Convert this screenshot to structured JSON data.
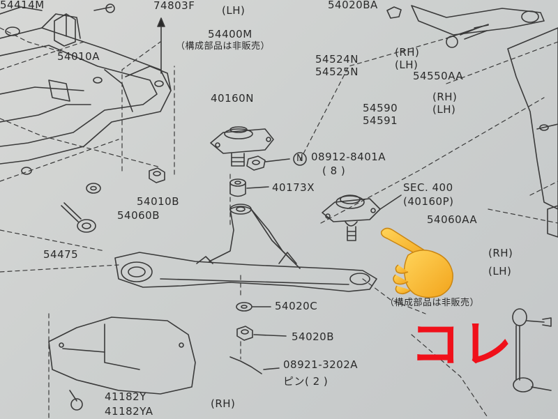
{
  "labels": {
    "p74803f": "74803F",
    "lh_top": "(LH)",
    "p54020ba": "54020BA",
    "p54414m": "54414M",
    "p54400m": "54400M",
    "note_top": "（構成部品は非販売）",
    "p54010a": "54010A",
    "p54524n": "54524N",
    "p54525n": "54525N",
    "rh1": "(RH)",
    "lh1": "(LH)",
    "p54550aa": "54550AA",
    "p54590": "54590",
    "p54591": "54591",
    "rh2": "(RH)",
    "lh2": "(LH)",
    "p40160n": "40160N",
    "n_mark": "N",
    "p08912": "08912-8401A",
    "qty8": "( 8 )",
    "p40173x": "40173X",
    "p54010b": "54010B",
    "p54060b": "54060B",
    "sec400": "SEC. 400",
    "p40160p": "(40160P)",
    "p54060aa": "54060AA",
    "p54475": "54475",
    "rh3": "(RH)",
    "lh3": "(LH)",
    "note_mid": "（構成部品は非販売）",
    "p54020c": "54020C",
    "p54020b": "54020B",
    "p08921": "08921-3202A",
    "pin2": "ピン( 2 )",
    "p41182y": "41182Y",
    "p41182ya": "41182YA",
    "rh4": "(RH)"
  },
  "callout_text": "コレ",
  "colors": {
    "callout": "#f0101a",
    "line": "#3a3a3a",
    "paper": "#d2d3d2"
  },
  "icons": {
    "pointer": "backhand-index-pointing-right-emoji"
  }
}
